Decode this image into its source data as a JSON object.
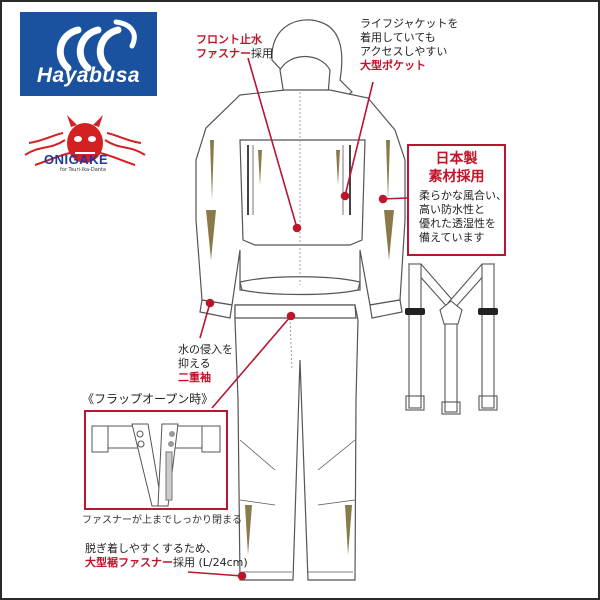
{
  "brand": {
    "logo_text": "Hayabusa",
    "logo_color": "#1a52a0",
    "sub_brand": "ONIGAKE",
    "sub_brand_tagline": "for Tsuri-Ika-Danta"
  },
  "callouts": {
    "front_zipper": {
      "line1": "フロント止水",
      "line2_red": "ファスナー",
      "line2_black": "採用"
    },
    "pocket": {
      "line1": "ライフジャケットを",
      "line2": "着用していても",
      "line3": "アクセスしやすい",
      "line4_red": "大型ポケット"
    },
    "material": {
      "title1": "日本製",
      "title2": "素材採用",
      "line1": "柔らかな風合い、",
      "line2": "高い防水性と",
      "line3": "優れた透湿性を",
      "line4": "備えています"
    },
    "cuff": {
      "line1": "水の侵入を",
      "line2": "抑える",
      "line3_red": "二重袖"
    },
    "flap": {
      "title": "《フラップオープン時》",
      "caption": "ファスナーが上までしっかり閉まる"
    },
    "hem_zipper": {
      "line1": "脱ぎ着しやすくするため、",
      "line2_red": "大型裾ファスナー",
      "line2_black": "採用 (L/24cm)"
    }
  },
  "colors": {
    "accent_red": "#c0142a",
    "logo_blue": "#1a52a0",
    "border": "#2a2a2a",
    "embroidery_gold": "#8a7a4a"
  }
}
